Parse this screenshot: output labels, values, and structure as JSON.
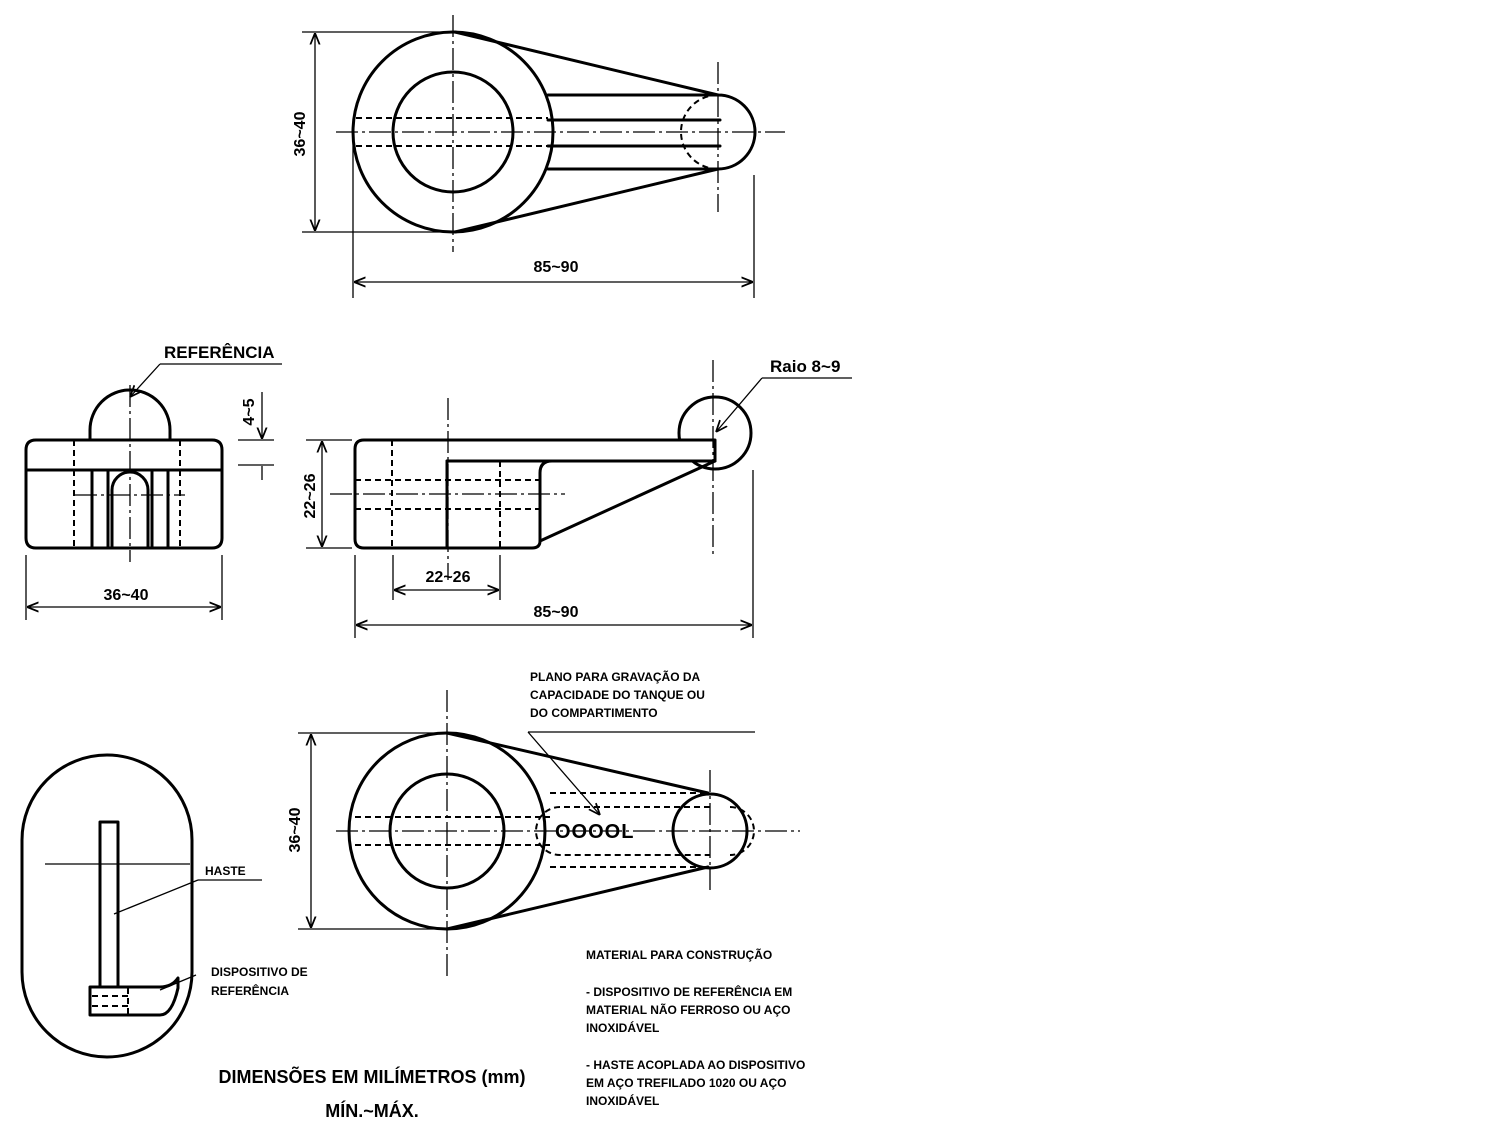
{
  "top_view": {
    "height_dim": "36~40",
    "length_dim": "85~90"
  },
  "side_view": {
    "reference_label": "REFERÊNCIA",
    "boss_dim": "4~5",
    "width_dim": "36~40"
  },
  "front_view": {
    "radius_label": "Raio 8~9",
    "height_dim": "22~26",
    "hole_dim": "22~26",
    "length_dim": "85~90"
  },
  "bottom_view": {
    "engraving_note": [
      "PLANO PARA GRAVAÇÃO DA",
      "CAPACIDADE DO TANQUE OU",
      "DO COMPARTIMENTO"
    ],
    "engraving_sample": "OOOOL",
    "height_dim": "36~40"
  },
  "detail_view": {
    "rod_label": "HASTE",
    "device_label": [
      "DISPOSITIVO DE",
      "REFERÊNCIA"
    ]
  },
  "material_notes": {
    "title": "MATERIAL PARA CONSTRUÇÃO",
    "item1": [
      "- DISPOSITIVO DE REFERÊNCIA EM",
      "MATERIAL NÃO FERROSO OU AÇO",
      "INOXIDÁVEL"
    ],
    "item2": [
      "- HASTE ACOPLADA AO DISPOSITIVO",
      "EM AÇO TREFILADO 1020 OU AÇO",
      "INOXIDÁVEL"
    ]
  },
  "units_note": {
    "line1": "DIMENSÕES EM MILÍMETROS (mm)",
    "line2": "MÍN.~MÁX."
  }
}
